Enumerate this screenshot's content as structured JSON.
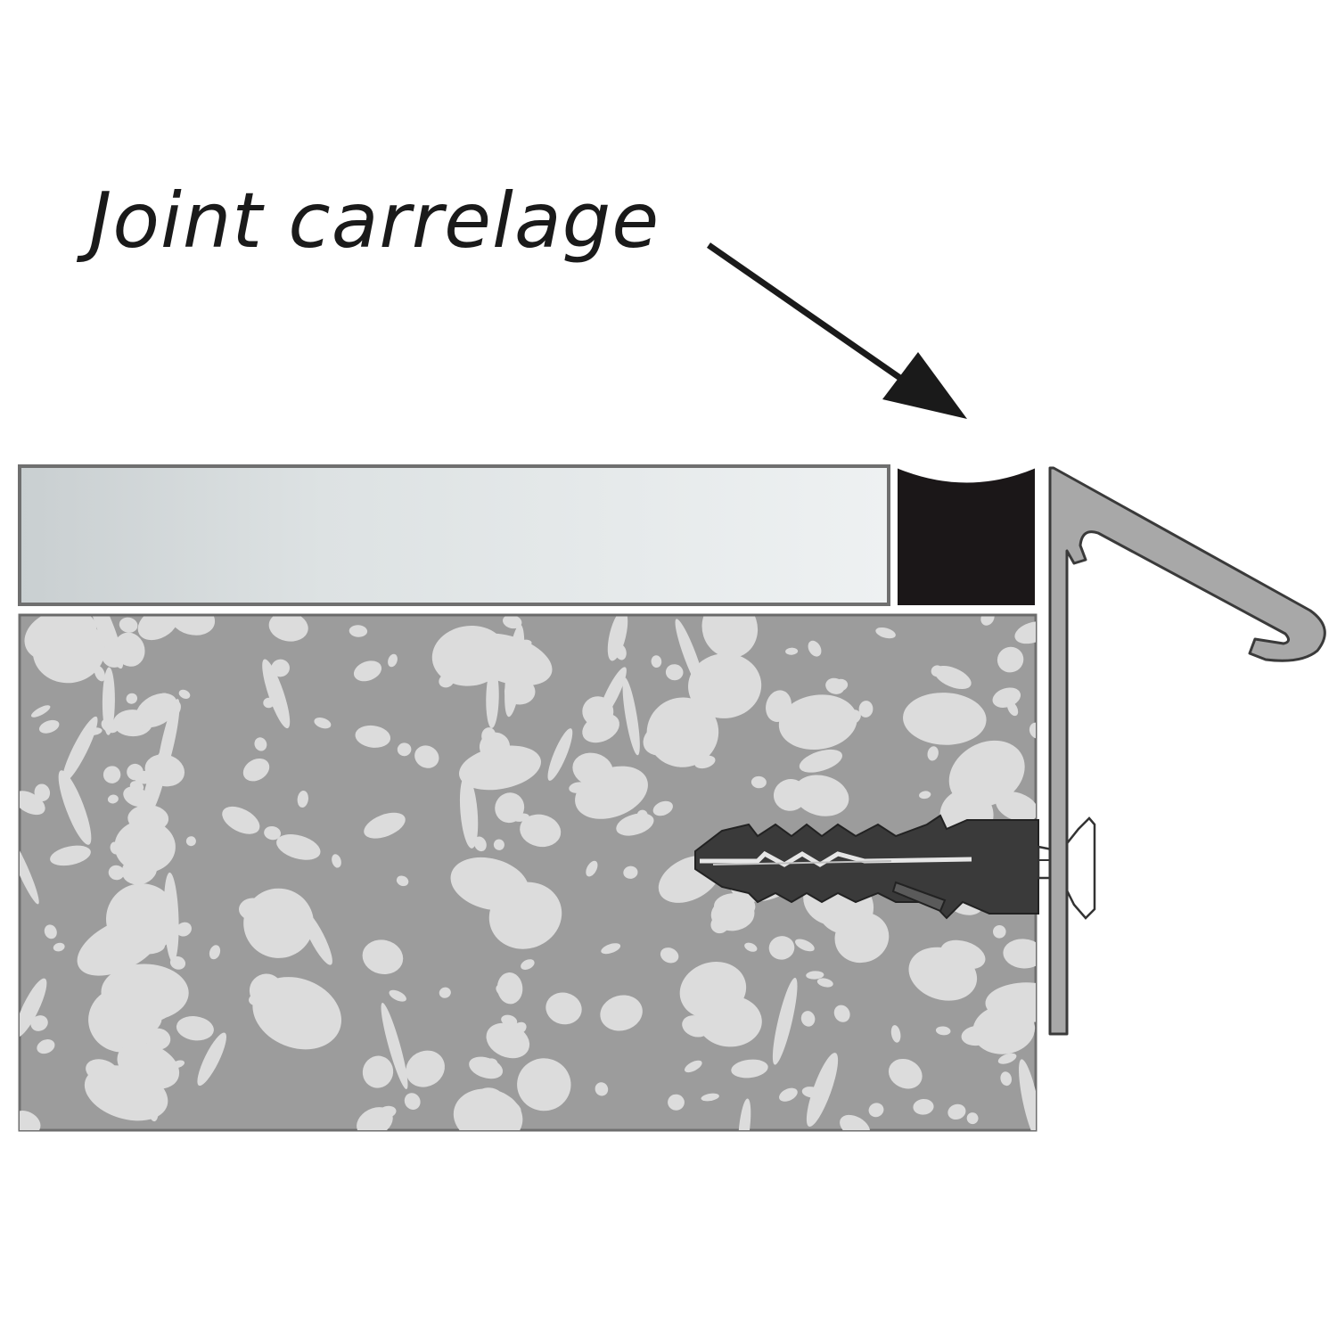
{
  "diagram": {
    "label_text": "Joint carrelage",
    "colors": {
      "tile_light": "#e7ebec",
      "tile_border": "#6f6f6f",
      "grout": "#1b1718",
      "concrete": "#9c9c9c",
      "pebble": "#d9d9d9",
      "profile_fill": "#a8a8a8",
      "profile_stroke": "#3a3a3a",
      "dowel": "#3a3a3a",
      "arrow": "#1a1a1a"
    },
    "components": [
      "tile",
      "tile-grout-joint",
      "concrete-substrate",
      "stair-nosing-profile",
      "wall-plug",
      "screw"
    ]
  }
}
